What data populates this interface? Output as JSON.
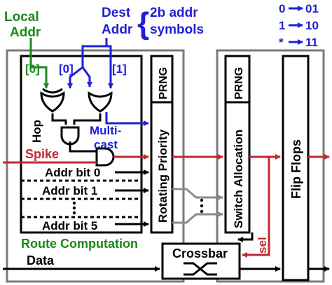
{
  "labels": {
    "local_addr_line1": "Local",
    "local_addr_line2": "Addr",
    "dest_addr_line1": "Dest",
    "dest_addr_line2": "Addr",
    "brace": "{",
    "symbols_line1": "2b addr",
    "symbols_line2": "symbols",
    "enc_0": "0",
    "enc_0_val": "01",
    "enc_1": "1",
    "enc_1_val": "10",
    "enc_star": "*",
    "enc_star_val": "11",
    "local_idx": "[0]",
    "dest_idx0": "[0]",
    "dest_idx1": "[1]",
    "hop": "Hop",
    "multicast_line1": "Multi-",
    "multicast_line2": "cast",
    "spike": "Spike",
    "addr_bit_0": "Addr bit 0",
    "addr_bit_1": "Addr bit 1",
    "addr_bit_5": "Addr bit 5",
    "route_computation": "Route Computation",
    "prng_left": "PRNG",
    "rotating_priority": "Rotating Priority",
    "prng_right": "PRNG",
    "switch_allocation": "Switch Allocation",
    "flip_flops": "Flip Flops",
    "crossbar": "Crossbar",
    "data": "Data",
    "sel": "sel"
  },
  "colors": {
    "black": "#000000",
    "blue": "#1f1fd6",
    "green": "#1a8a1a",
    "red": "#c0282d",
    "gray": "#8a8a8a",
    "panel_fill": "#ffffff"
  }
}
